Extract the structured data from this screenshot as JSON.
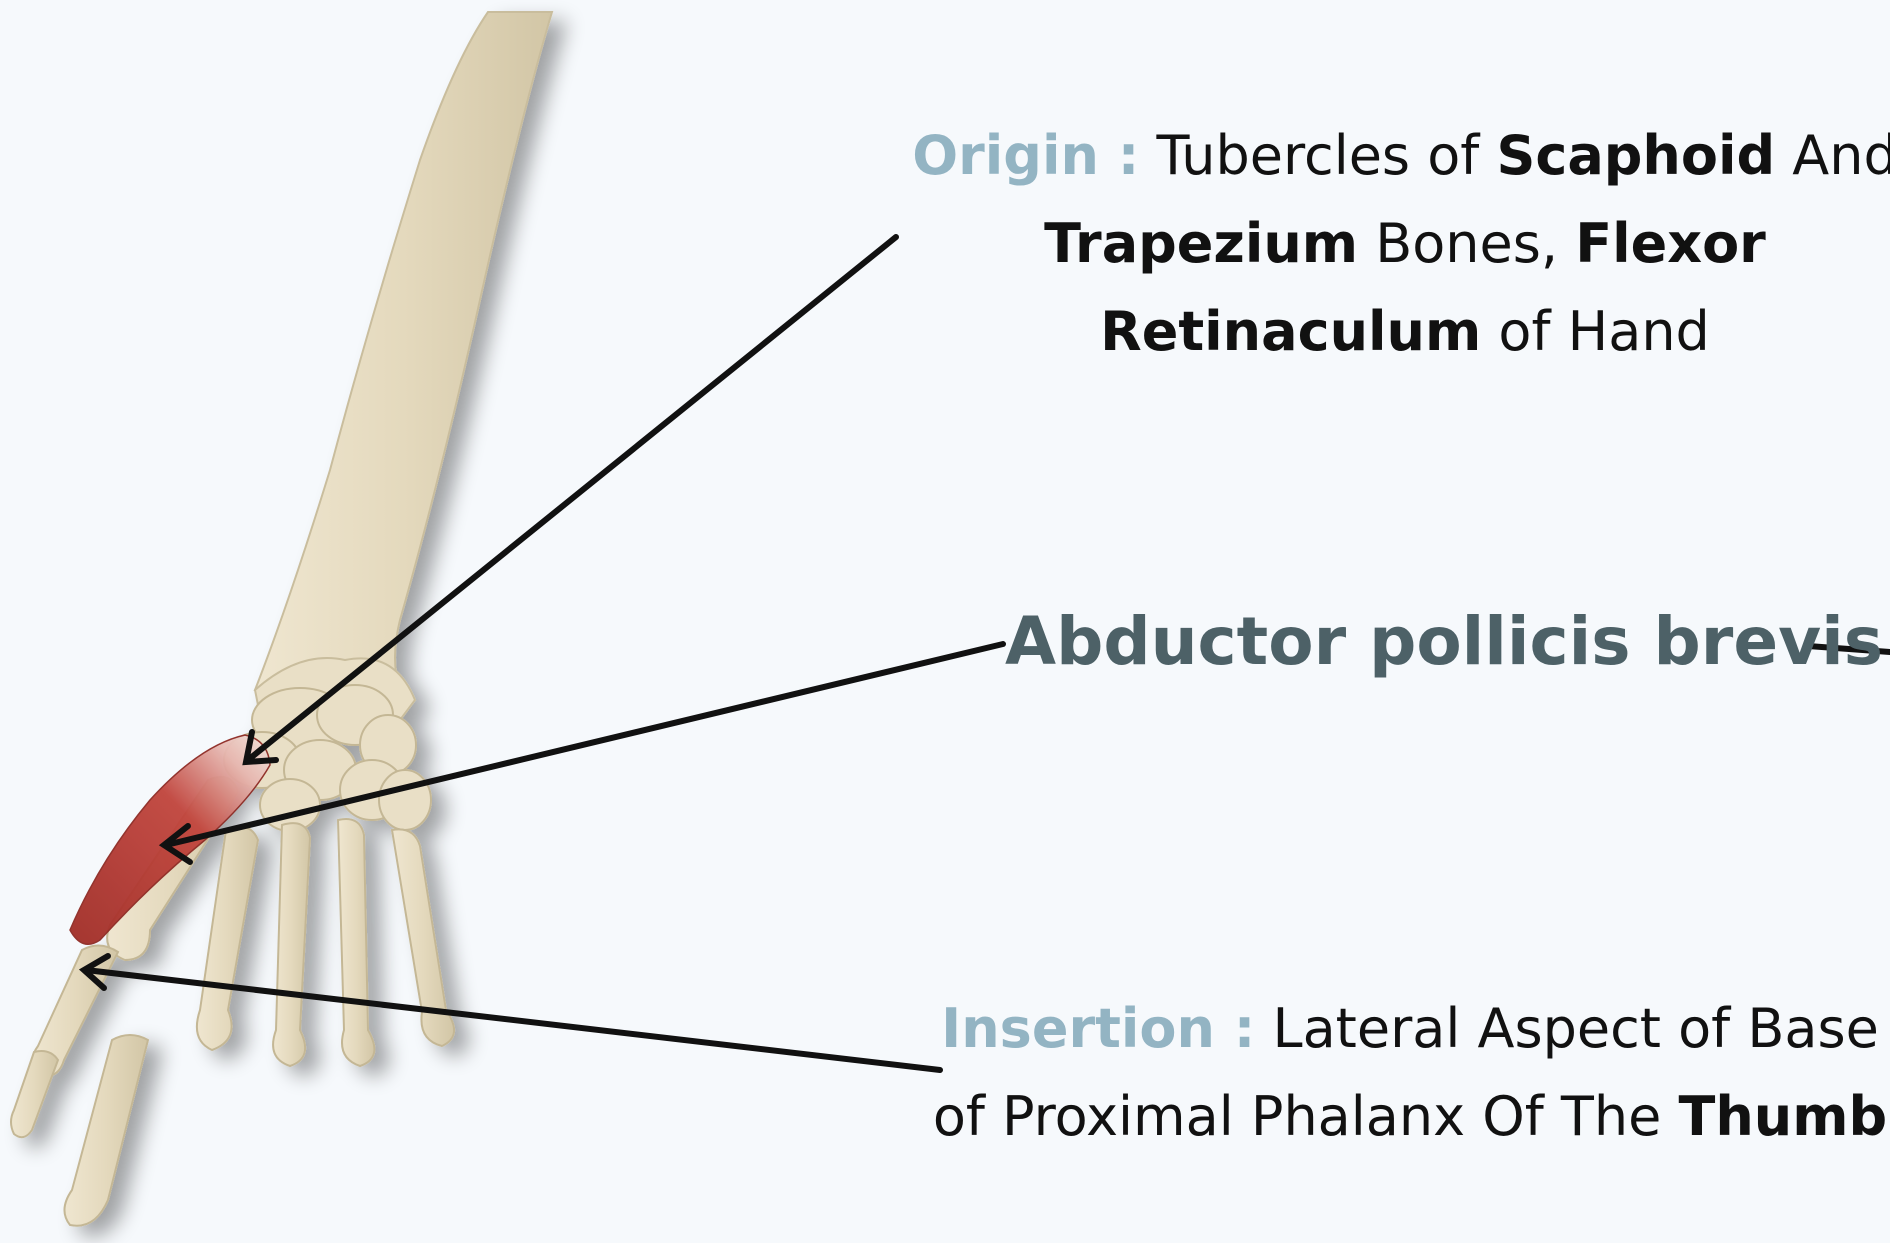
{
  "muscle_name": "Abductor pollicis brevis",
  "origin": {
    "keyword": "Origin :",
    "parts": [
      {
        "text": " Tubercles of ",
        "bold": false
      },
      {
        "text": "Scaphoid",
        "bold": true
      },
      {
        "text": " And ",
        "bold": false
      },
      {
        "text": "Trapezium",
        "bold": true
      },
      {
        "text": " Bones, ",
        "bold": false
      },
      {
        "text": "Flexor",
        "bold": true
      },
      {
        "text": " ",
        "bold": false
      },
      {
        "text": "Retinaculum",
        "bold": true
      },
      {
        "text": " of Hand",
        "bold": false
      }
    ]
  },
  "insertion": {
    "keyword": "Insertion :",
    "parts": [
      {
        "text": " Lateral Aspect of Base of Proximal Phalanx Of The ",
        "bold": false
      },
      {
        "text": "Thumb",
        "bold": true
      }
    ]
  },
  "colors": {
    "background": "#f6f9fc",
    "keyword": "#93b4c3",
    "title": "#4d6167",
    "bone": "#e6dcc3",
    "muscle": "#b23a33",
    "arrow": "#111111"
  }
}
